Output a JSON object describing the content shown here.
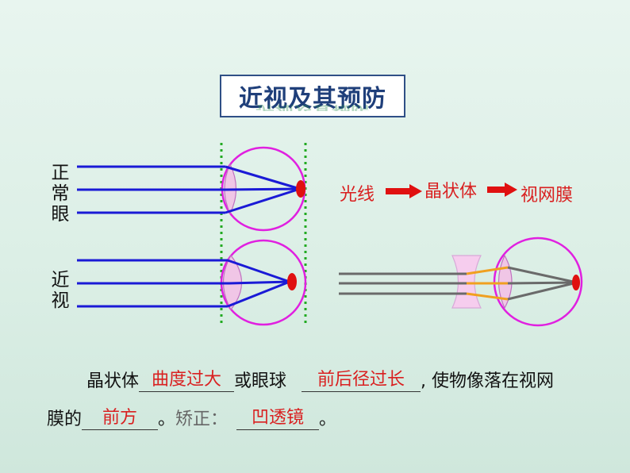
{
  "title": "近视及其预防",
  "labels": {
    "normal_eye": "正常眼",
    "myopia": "近视"
  },
  "flow": {
    "step1": "光线",
    "step2": "晶状体",
    "step3": "视网膜"
  },
  "text": {
    "l1_part1": "晶状体",
    "l1_blank1": "曲度过大",
    "l1_part2": "或眼球",
    "l1_blank2": "前后径过长",
    "l1_part3": ", 使物像落在视网",
    "l2_part1": "膜的",
    "l2_blank1": "前方",
    "l2_part2": "。",
    "l2_part3": "矫正：",
    "l2_blank2": "凹透镜",
    "l2_part4": "。"
  },
  "colors": {
    "ray": "#1a1ad6",
    "eyeball": "#e020e0",
    "retina_spot": "#e01010",
    "lens_fill": "#f0c6e6",
    "guide": "#22aa22",
    "answer": "#d92020",
    "gray_ray": "#6a6a6a",
    "orange_ray": "#f0a020",
    "title_border": "#2f4f86"
  }
}
